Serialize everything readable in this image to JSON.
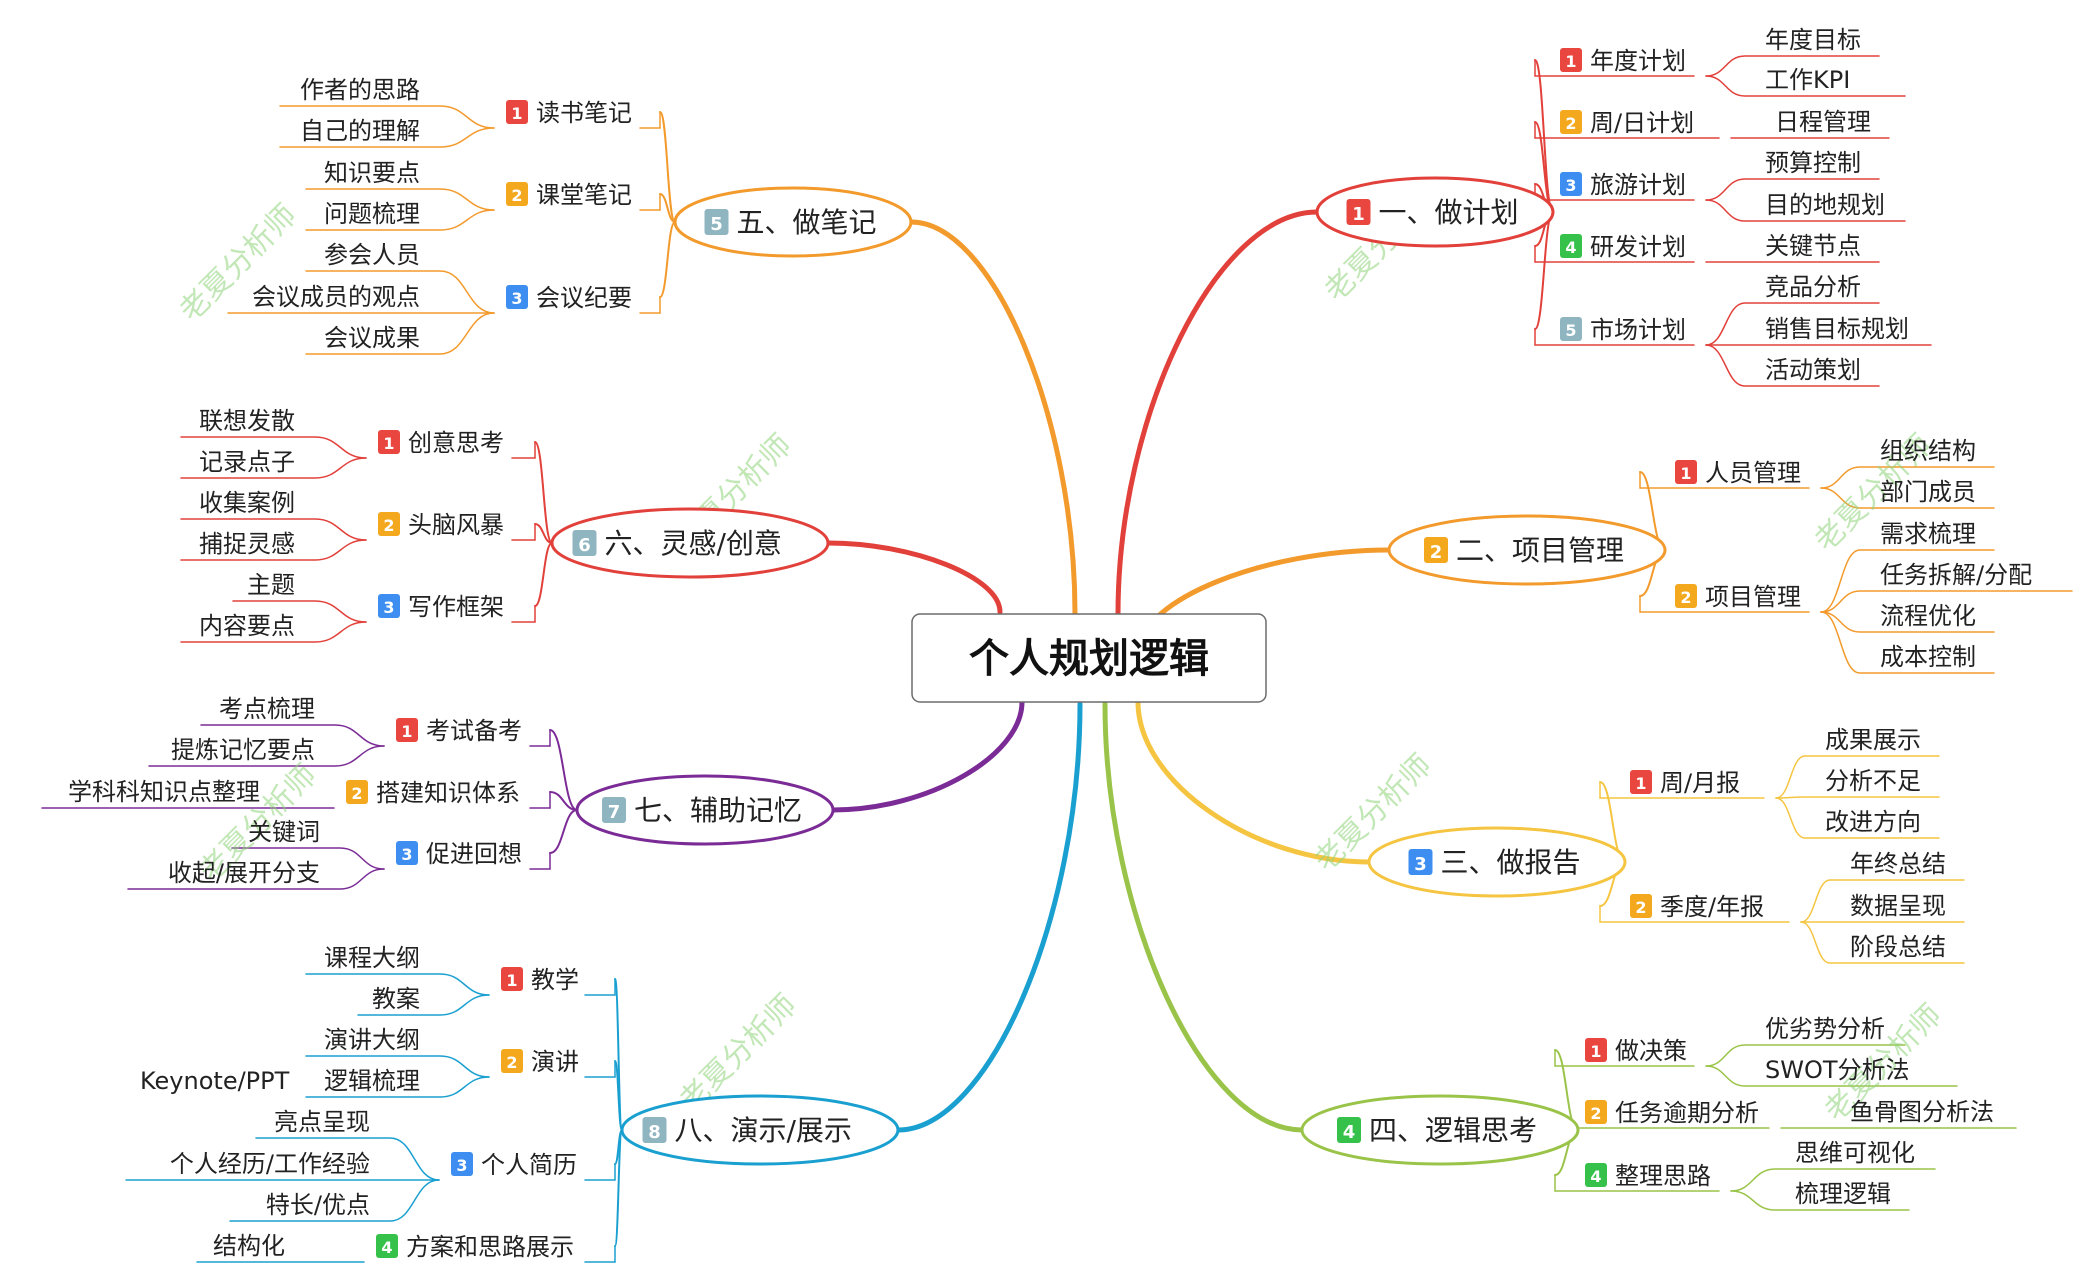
{
  "center": {
    "label": "个人规划逻辑"
  },
  "watermark": "老夏分析师",
  "colors": {
    "badge_1": "#e8463e",
    "badge_2": "#f4a81d",
    "badge_3": "#3d8ef0",
    "badge_4": "#36c24a",
    "badge_5": "#8fb5c1",
    "badge_6": "#8fb5c1",
    "badge_7": "#8fb5c1",
    "badge_8": "#8fb5c1",
    "branch_1": "#e2403a",
    "branch_2": "#f39a2c",
    "branch_3": "#f5c542",
    "branch_4": "#9ac449",
    "branch_5": "#f39a2c",
    "branch_6": "#e2403a",
    "branch_7": "#7b2b96",
    "branch_8": "#1aa0d0",
    "watermark": "#8fd47a"
  },
  "branches": [
    {
      "num": "1",
      "label": "一、做计划",
      "color": "#e2403a",
      "children": [
        {
          "num": "1",
          "label": "年度计划",
          "leaves": [
            "年度目标",
            "工作KPI"
          ]
        },
        {
          "num": "2",
          "label": "周/日计划",
          "leaves": [
            "日程管理"
          ]
        },
        {
          "num": "3",
          "label": "旅游计划",
          "leaves": [
            "预算控制",
            "目的地规划"
          ]
        },
        {
          "num": "4",
          "label": "研发计划",
          "leaves": [
            "关键节点"
          ]
        },
        {
          "num": "5",
          "label": "市场计划",
          "leaves": [
            "竞品分析",
            "销售目标规划",
            "活动策划"
          ]
        }
      ]
    },
    {
      "num": "2",
      "label": "二、项目管理",
      "color": "#f39a2c",
      "children": [
        {
          "num": "1",
          "label": "人员管理",
          "leaves": [
            "组织结构",
            "部门成员"
          ]
        },
        {
          "num": "2",
          "label": "项目管理",
          "leaves": [
            "需求梳理",
            "任务拆解/分配",
            "流程优化",
            "成本控制"
          ]
        }
      ]
    },
    {
      "num": "3",
      "label": "三、做报告",
      "color": "#f5c542",
      "children": [
        {
          "num": "1",
          "label": "周/月报",
          "leaves": [
            "成果展示",
            "分析不足",
            "改进方向"
          ]
        },
        {
          "num": "2",
          "label": "季度/年报",
          "leaves": [
            "年终总结",
            "数据呈现",
            "阶段总结"
          ]
        }
      ]
    },
    {
      "num": "4",
      "label": "四、逻辑思考",
      "color": "#9ac449",
      "children": [
        {
          "num": "1",
          "label": "做决策",
          "leaves": [
            "优劣势分析",
            "SWOT分析法"
          ]
        },
        {
          "num": "2",
          "label": "任务逾期分析",
          "leaves": [
            "鱼骨图分析法"
          ]
        },
        {
          "num": "4",
          "label": "整理思路",
          "leaves": [
            "思维可视化",
            "梳理逻辑"
          ]
        }
      ]
    },
    {
      "num": "5",
      "label": "五、做笔记",
      "color": "#f39a2c",
      "children": [
        {
          "num": "1",
          "label": "读书笔记",
          "leaves": [
            "作者的思路",
            "自己的理解"
          ]
        },
        {
          "num": "2",
          "label": "课堂笔记",
          "leaves": [
            "知识要点",
            "问题梳理"
          ]
        },
        {
          "num": "3",
          "label": "会议纪要",
          "leaves": [
            "参会人员",
            "会议成员的观点",
            "会议成果"
          ]
        }
      ]
    },
    {
      "num": "6",
      "label": "六、灵感/创意",
      "color": "#e2403a",
      "children": [
        {
          "num": "1",
          "label": "创意思考",
          "leaves": [
            "联想发散",
            "记录点子"
          ]
        },
        {
          "num": "2",
          "label": "头脑风暴",
          "leaves": [
            "收集案例",
            "捕捉灵感"
          ]
        },
        {
          "num": "3",
          "label": "写作框架",
          "leaves": [
            "主题",
            "内容要点"
          ]
        }
      ]
    },
    {
      "num": "7",
      "label": "七、辅助记忆",
      "color": "#7b2b96",
      "children": [
        {
          "num": "1",
          "label": "考试备考",
          "leaves": [
            "考点梳理",
            "提炼记忆要点"
          ]
        },
        {
          "num": "2",
          "label": "搭建知识体系",
          "leaves": [
            "学科科知识点整理"
          ]
        },
        {
          "num": "3",
          "label": "促进回想",
          "leaves": [
            "关键词",
            "收起/展开分支"
          ]
        }
      ]
    },
    {
      "num": "8",
      "label": "八、演示/展示",
      "color": "#1aa0d0",
      "children": [
        {
          "num": "1",
          "label": "教学",
          "leaves": [
            "课程大纲",
            "教案"
          ]
        },
        {
          "num": "2",
          "label": "演讲",
          "leaves": [
            "演讲大纲",
            "逻辑梳理"
          ],
          "extra": "Keynote/PPT"
        },
        {
          "num": "3",
          "label": "个人简历",
          "leaves": [
            "亮点呈现",
            "个人经历/工作经验",
            "特长/优点"
          ]
        },
        {
          "num": "4",
          "label": "方案和思路展示",
          "leaves": [
            "结构化"
          ]
        }
      ]
    }
  ]
}
